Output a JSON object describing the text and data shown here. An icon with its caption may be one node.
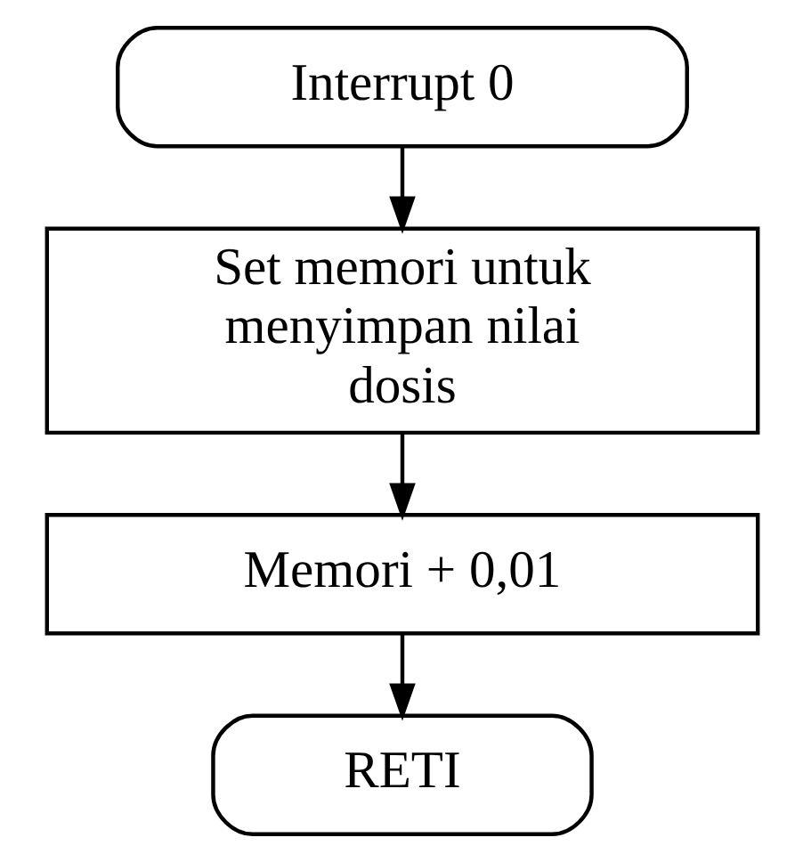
{
  "diagram": {
    "nodes": [
      {
        "text": [
          "Interrupt 0"
        ]
      },
      {
        "text": [
          "Set memori untuk menyimpan nilai dosis"
        ]
      },
      {
        "text": [
          "Memori + 0,01"
        ]
      },
      {
        "text": [
          "RETI"
        ]
      }
    ],
    "edges": [
      {
        "from": 0,
        "to": 1,
        "arrow": "to"
      },
      {
        "from": 1,
        "to": 2,
        "arrow": "to"
      },
      {
        "from": 2,
        "to": 3,
        "arrow": "to"
      }
    ]
  }
}
